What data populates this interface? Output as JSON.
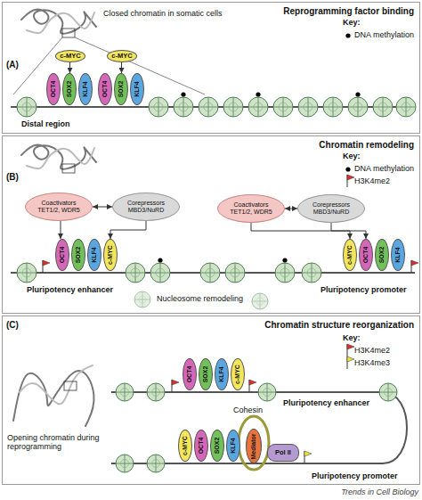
{
  "diagram": {
    "nodes": [
      {
        "text": [
          "(A)",
          "Reprogramming factor binding"
        ]
      },
      {
        "text": [
          "c-MYC"
        ],
        "in": 0
      },
      {
        "text": [
          "c-MYC"
        ],
        "in": 0
      },
      {
        "text": [
          "OCT4"
        ],
        "in": 0
      },
      {
        "text": [
          "SOX2"
        ],
        "in": 0
      },
      {
        "text": [
          "KLF4"
        ],
        "in": 0
      },
      {
        "text": [
          "OCT4"
        ],
        "in": 0
      },
      {
        "text": [
          "SOX2"
        ],
        "in": 0
      },
      {
        "text": [
          "KLF4"
        ],
        "in": 0
      },
      {
        "text": [
          "(B)",
          "Chromatin remodeling"
        ]
      },
      {
        "text": [
          "Coactivators TET1/2, WDR5"
        ],
        "in": 9
      },
      {
        "text": [
          "Corepressors MBD3/NuRD"
        ],
        "in": 9
      },
      {
        "text": [
          "OCT4"
        ],
        "in": 9
      },
      {
        "text": [
          "SOX2"
        ],
        "in": 9
      },
      {
        "text": [
          "KLF4"
        ],
        "in": 9
      },
      {
        "text": [
          "c-MYC"
        ],
        "in": 9
      },
      {
        "text": [
          "Coactivators TET1/2, WDR5"
        ],
        "in": 9
      },
      {
        "text": [
          "Corepressors MBD3/NuRD"
        ],
        "in": 9
      },
      {
        "text": [
          "c-MYC"
        ],
        "in": 9
      },
      {
        "text": [
          "OCT4"
        ],
        "in": 9
      },
      {
        "text": [
          "SOX2"
        ],
        "in": 9
      },
      {
        "text": [
          "KLF4"
        ],
        "in": 9
      },
      {
        "text": [
          "(C)",
          "Chromatin structure reorganization"
        ]
      },
      {
        "text": [
          "OCT4"
        ],
        "in": 22
      },
      {
        "text": [
          "SOX2"
        ],
        "in": 22
      },
      {
        "text": [
          "KLF4"
        ],
        "in": 22
      },
      {
        "text": [
          "c-MYC"
        ],
        "in": 22
      },
      {
        "text": [
          "c-MYC"
        ],
        "in": 22
      },
      {
        "text": [
          "OCT4"
        ],
        "in": 22
      },
      {
        "text": [
          "SOX2"
        ],
        "in": 22
      },
      {
        "text": [
          "KLF4"
        ],
        "in": 22
      },
      {
        "text": [
          "Mediator"
        ],
        "in": 22
      },
      {
        "text": [
          "Pol II"
        ],
        "in": 22
      }
    ],
    "edges": [
      {
        "from": 1,
        "to": 4,
        "arrow": "to"
      },
      {
        "from": 2,
        "to": 7,
        "arrow": "to"
      },
      {
        "from": 10,
        "to": 11,
        "arrow": "both"
      },
      {
        "from": 10,
        "to": 12,
        "arrow": "to"
      },
      {
        "from": 11,
        "to": 15,
        "arrow": "to"
      },
      {
        "from": 16,
        "to": 17,
        "arrow": "both"
      },
      {
        "from": 16,
        "to": 18,
        "arrow": "to"
      },
      {
        "from": 17,
        "to": 19,
        "arrow": "to"
      }
    ],
    "labels": [
      "Key:",
      "Closed chromatin in somatic cells",
      "Distal region",
      "Key:",
      "Pluripotency enhancer",
      "Nucleosome remodeling",
      "Pluripotency promoter",
      "Key:",
      "Opening chromatin during reprogramming",
      "Cohesin",
      "Pluripotency enhancer",
      "Pluripotency promoter",
      "Trends in Cell Biology"
    ],
    "legend": [
      {
        "text": "DNA methylation"
      },
      {
        "text": "DNA methylation"
      },
      {
        "text": "H3K4me2"
      },
      {
        "text": "H3K4me2"
      },
      {
        "text": "H3K4me3"
      }
    ]
  }
}
